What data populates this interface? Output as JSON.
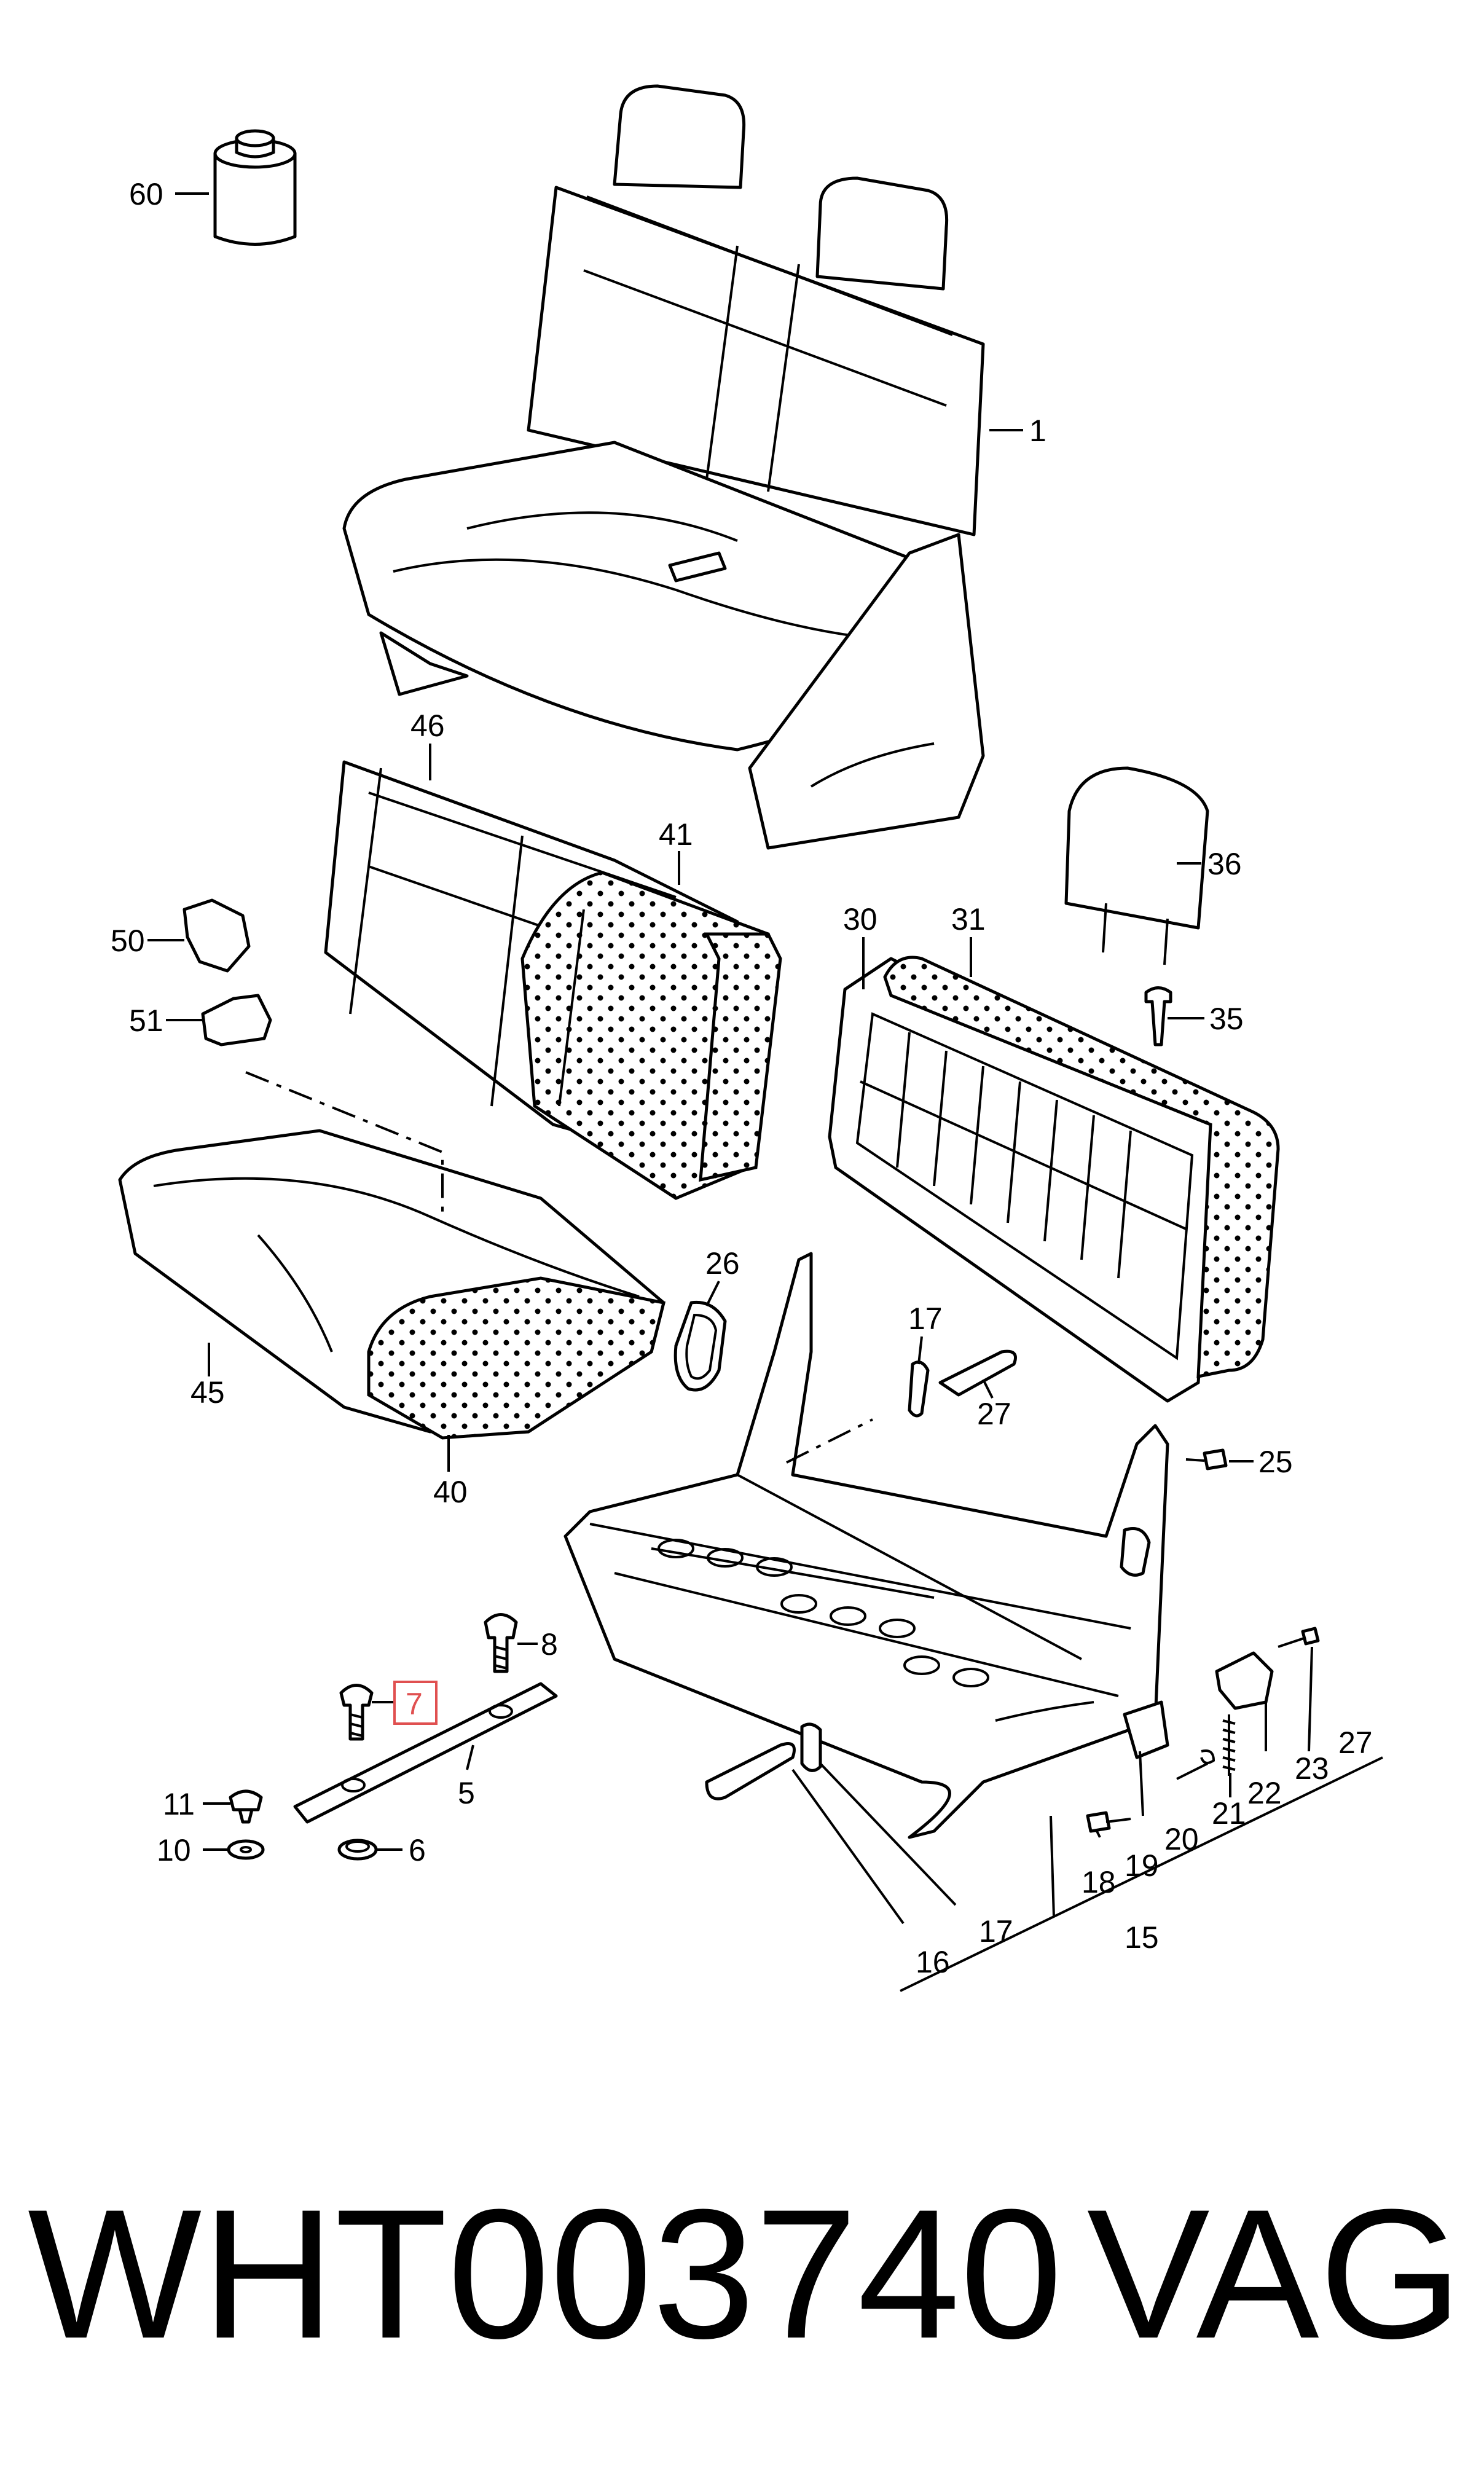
{
  "diagram": {
    "callouts": [
      {
        "id": "c60",
        "label": "60"
      },
      {
        "id": "c1",
        "label": "1"
      },
      {
        "id": "c46",
        "label": "46"
      },
      {
        "id": "c41",
        "label": "41"
      },
      {
        "id": "c36",
        "label": "36"
      },
      {
        "id": "c50",
        "label": "50"
      },
      {
        "id": "c30",
        "label": "30"
      },
      {
        "id": "c31",
        "label": "31"
      },
      {
        "id": "c35",
        "label": "35"
      },
      {
        "id": "c51",
        "label": "51"
      },
      {
        "id": "c26",
        "label": "26"
      },
      {
        "id": "c17a",
        "label": "17"
      },
      {
        "id": "c45",
        "label": "45"
      },
      {
        "id": "c27a",
        "label": "27"
      },
      {
        "id": "c25",
        "label": "25"
      },
      {
        "id": "c40",
        "label": "40"
      },
      {
        "id": "c8",
        "label": "8"
      },
      {
        "id": "c7",
        "label": "7",
        "highlighted": true
      },
      {
        "id": "c5",
        "label": "5"
      },
      {
        "id": "c11",
        "label": "11"
      },
      {
        "id": "c10",
        "label": "10"
      },
      {
        "id": "c6",
        "label": "6"
      },
      {
        "id": "c23",
        "label": "23"
      },
      {
        "id": "c27b",
        "label": "27"
      },
      {
        "id": "c22",
        "label": "22"
      },
      {
        "id": "c21",
        "label": "21"
      },
      {
        "id": "c20",
        "label": "20"
      },
      {
        "id": "c19",
        "label": "19"
      },
      {
        "id": "c18",
        "label": "18"
      },
      {
        "id": "c15",
        "label": "15"
      },
      {
        "id": "c17b",
        "label": "17"
      },
      {
        "id": "c16",
        "label": "16"
      }
    ],
    "highlight_color": "#e05050"
  },
  "footer": {
    "part_number": "WHT003740",
    "brand": "VAG"
  }
}
